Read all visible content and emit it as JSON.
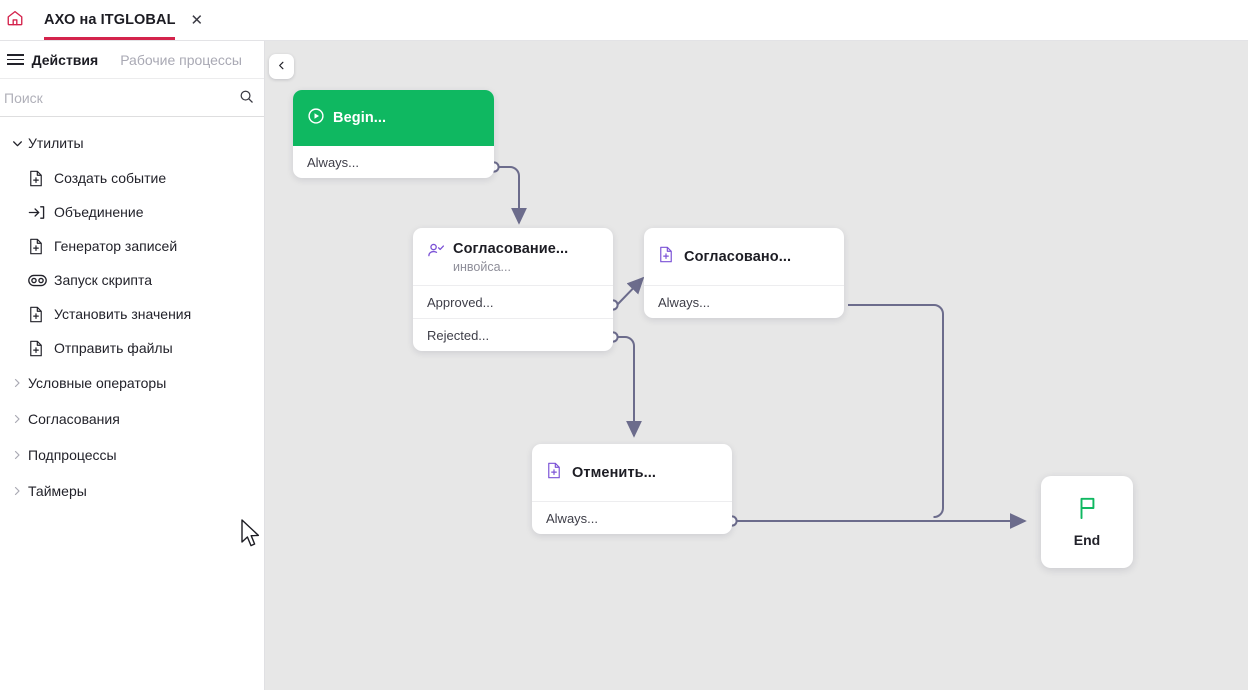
{
  "window": {
    "tab": {
      "title": "АХО на ITGLOBAL",
      "close_label": "✕"
    },
    "home_icon": "home-icon",
    "accent_color": "#d4234c"
  },
  "sidebar": {
    "menu_tabs": [
      {
        "label": "Действия",
        "active": true
      },
      {
        "label": "Рабочие процессы",
        "active": false
      }
    ],
    "search": {
      "placeholder": "Поиск",
      "value": ""
    },
    "groups": [
      {
        "label": "Утилиты",
        "expanded": true,
        "items": [
          {
            "label": "Создать событие",
            "icon": "document-plus-icon"
          },
          {
            "label": "Объединение",
            "icon": "arrow-into-bracket-icon"
          },
          {
            "label": "Генератор записей",
            "icon": "document-plus-icon"
          },
          {
            "label": "Запуск скрипта",
            "icon": "tape-reel-icon"
          },
          {
            "label": "Установить значения",
            "icon": "document-plus-icon"
          },
          {
            "label": "Отправить файлы",
            "icon": "document-plus-icon"
          }
        ]
      },
      {
        "label": "Условные операторы",
        "expanded": false,
        "items": []
      },
      {
        "label": "Согласования",
        "expanded": false,
        "items": []
      },
      {
        "label": "Подпроцессы",
        "expanded": false,
        "items": []
      },
      {
        "label": "Таймеры",
        "expanded": false,
        "items": []
      }
    ]
  },
  "canvas": {
    "collapse_button_icon": "chevron-left-icon",
    "background_color": "#e7e7e7",
    "edge_color": "#6c6c8c",
    "nodes": {
      "begin": {
        "title": "Begin...",
        "icon": "play-circle-icon",
        "header_color": "#0fb861",
        "ports": [
          {
            "label": "Always..."
          }
        ]
      },
      "approval": {
        "title": "Согласование...",
        "subtitle": "инвойса...",
        "icon": "user-check-icon",
        "ports": [
          {
            "label": "Approved..."
          },
          {
            "label": "Rejected..."
          }
        ]
      },
      "approved": {
        "title": "Согласовано...",
        "icon": "document-plus-icon",
        "ports": [
          {
            "label": "Always..."
          }
        ]
      },
      "cancel": {
        "title": "Отменить...",
        "icon": "document-plus-icon",
        "ports": [
          {
            "label": "Always..."
          }
        ]
      },
      "end": {
        "label": "End",
        "icon": "flag-icon",
        "icon_color": "#0fb861"
      }
    }
  }
}
